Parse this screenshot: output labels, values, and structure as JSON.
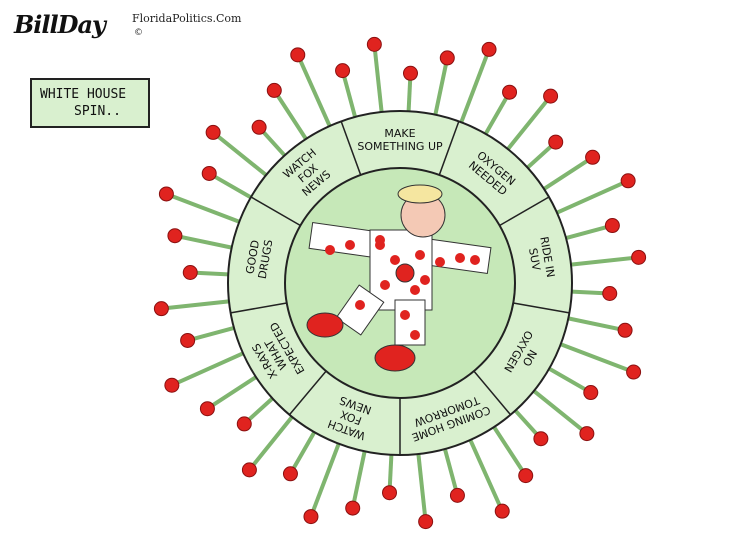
{
  "signature": {
    "artist": "BillDay",
    "site": "FloridaPolitics.Com",
    "copyright": "©"
  },
  "caption": {
    "line1": "WHITE HOUSE",
    "line2": "SPIN.."
  },
  "wheel": {
    "segments": [
      [
        "MAKE",
        "SOMETHING UP"
      ],
      [
        "OXYGEN",
        "NEEDED"
      ],
      [
        "RIDE IN",
        "SUV"
      ],
      [
        "NO",
        "OXYGEN"
      ],
      [
        "COMING HOME",
        "TOMORROW"
      ],
      [
        "WATCH",
        "FOX",
        "NEWS"
      ],
      [
        "X-RAYS",
        "WHAT",
        "EXPECTED"
      ],
      [
        "GOOD",
        "DRUGS"
      ],
      [
        "WATCH",
        "FOX",
        "NEWS"
      ]
    ],
    "colors": {
      "ring": "#d9f0cf",
      "center": "#c6e8b8",
      "spike": "#7fb56f",
      "ball": "#e0231f",
      "outline": "#222222"
    }
  }
}
